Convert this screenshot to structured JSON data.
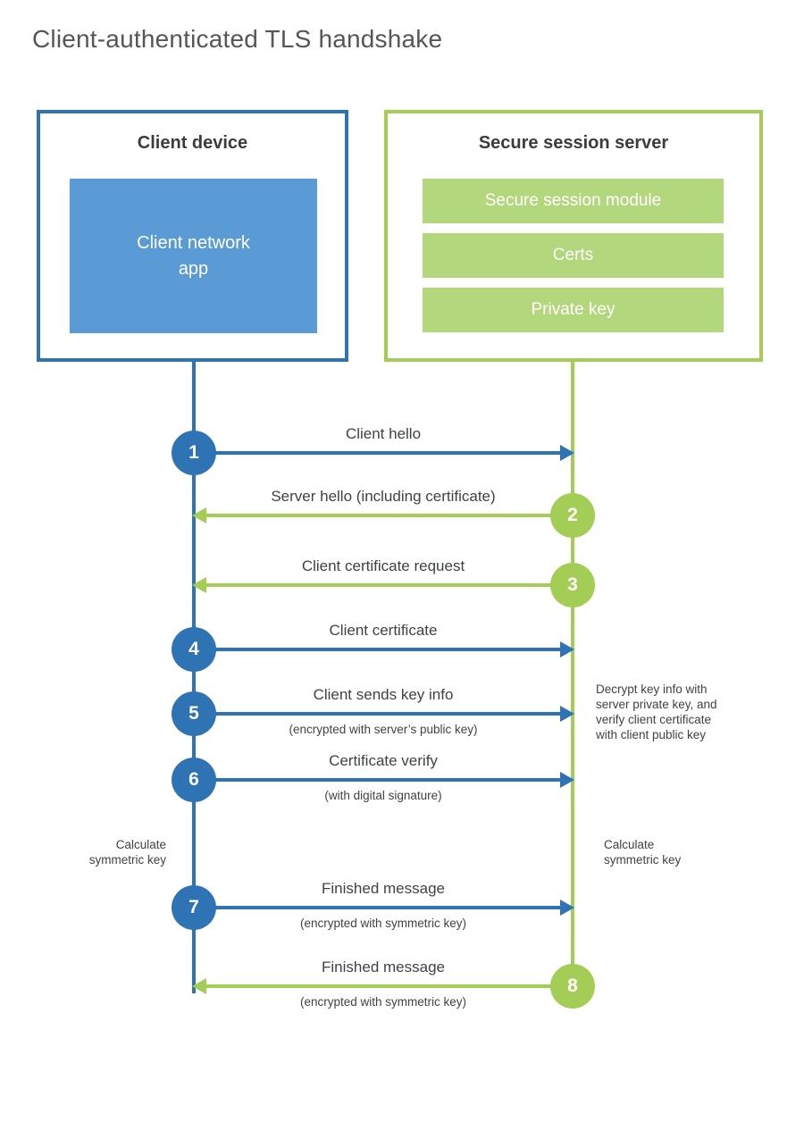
{
  "title": "Client-authenticated TLS handshake",
  "client_box": {
    "title": "Client device",
    "app": "Client network\napp"
  },
  "server_box": {
    "title": "Secure session server",
    "modules": [
      "Secure session module",
      "Certs",
      "Private key"
    ]
  },
  "messages": [
    {
      "step": "1",
      "from": "client",
      "label": "Client hello",
      "sub": ""
    },
    {
      "step": "2",
      "from": "server",
      "label": "Server hello (including certificate)",
      "sub": ""
    },
    {
      "step": "3",
      "from": "server",
      "label": "Client certificate request",
      "sub": ""
    },
    {
      "step": "4",
      "from": "client",
      "label": "Client certificate",
      "sub": ""
    },
    {
      "step": "5",
      "from": "client",
      "label": "Client sends key info",
      "sub": "(encrypted with server’s public key)"
    },
    {
      "step": "6",
      "from": "client",
      "label": "Certificate verify",
      "sub": "(with digital signature)"
    },
    {
      "step": "7",
      "from": "client",
      "label": "Finished message",
      "sub": "(encrypted with symmetric key)"
    },
    {
      "step": "8",
      "from": "server",
      "label": "Finished message",
      "sub": "(encrypted with symmetric key)"
    }
  ],
  "notes": {
    "decrypt": "Decrypt key info with\nserver private key, and\nverify client certificate\nwith client public key",
    "calculate_left": "Calculate\nsymmetric key",
    "calculate_right": "Calculate\nsymmetric key"
  },
  "colors": {
    "blue": "#2e74b5",
    "blue_light": "#5b9bd5",
    "green": "#a4cd55",
    "green_light": "#b3d77c"
  }
}
